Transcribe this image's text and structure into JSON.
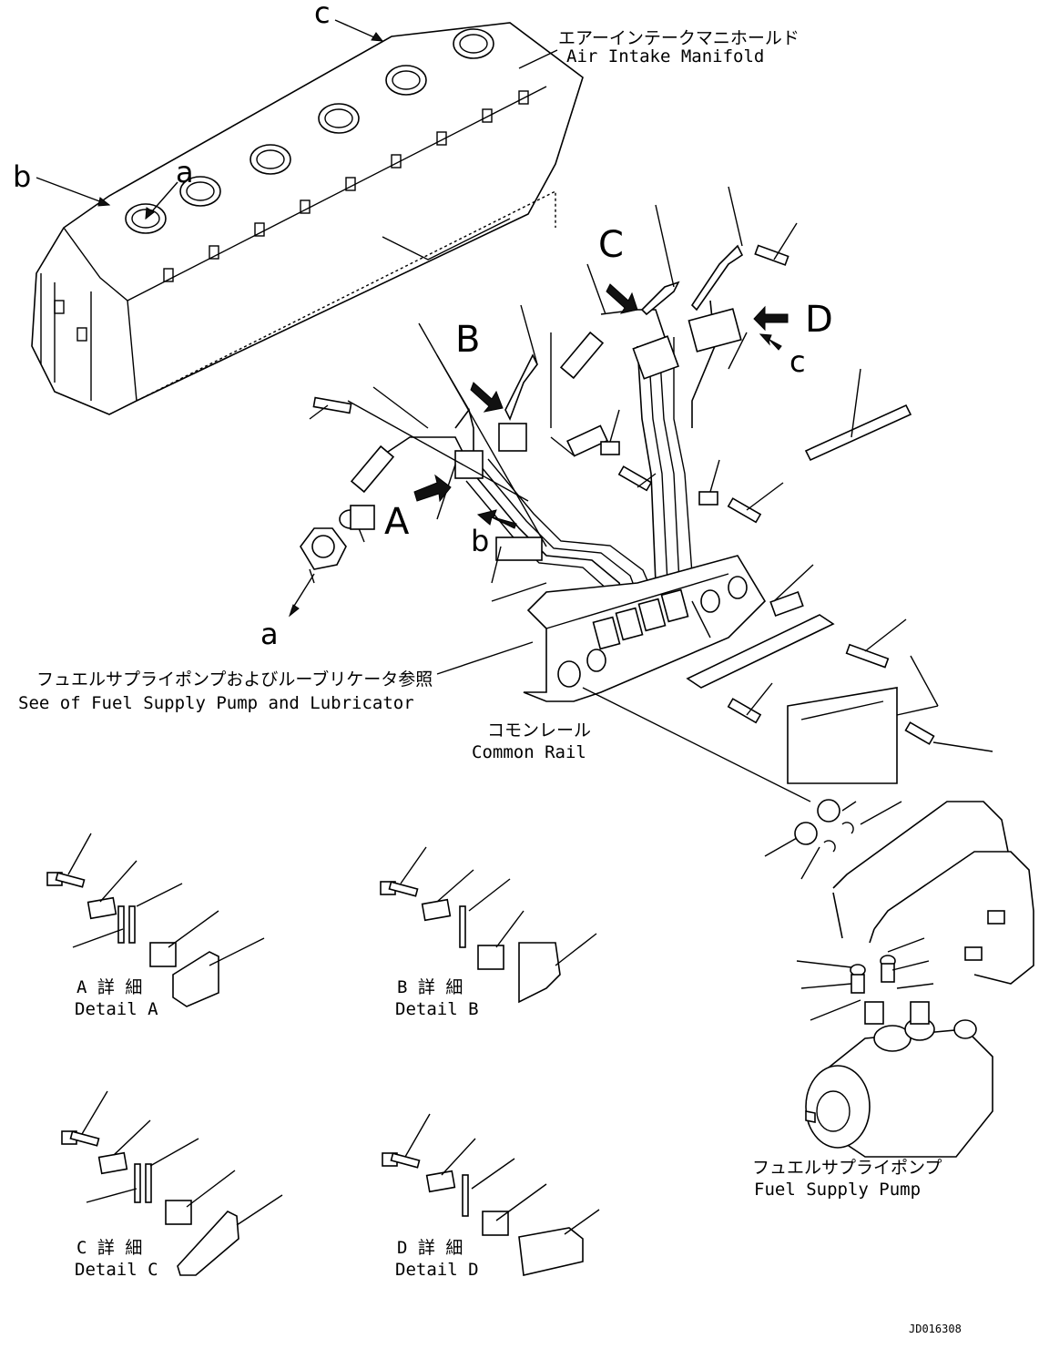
{
  "labels": {
    "air_intake_jp": "エアーインテークマニホールド",
    "air_intake_en": "Air Intake Manifold",
    "fuel_pump_lub_jp": "フュエルサプライポンプおよびルーブリケータ参照",
    "fuel_pump_lub_en": "See of Fuel Supply Pump and Lubricator",
    "common_rail_jp": "コモンレール",
    "common_rail_en": "Common Rail",
    "fuel_pump_jp": "フュエルサプライポンプ",
    "fuel_pump_en": "Fuel Supply Pump",
    "drawing_no": "JD016308"
  },
  "callouts": {
    "A": "A",
    "B": "B",
    "C": "C",
    "D": "D",
    "a1": "a",
    "a2": "a",
    "b1": "b",
    "b2": "b",
    "c1": "c",
    "c2": "c"
  },
  "details": [
    {
      "jp": "A 詳 細",
      "en": "Detail A"
    },
    {
      "jp": "B 詳 細",
      "en": "Detail B"
    },
    {
      "jp": "C 詳 細",
      "en": "Detail C"
    },
    {
      "jp": "D 詳 細",
      "en": "Detail D"
    }
  ],
  "colors": {
    "ink": "#000000",
    "paper": "#ffffff"
  }
}
